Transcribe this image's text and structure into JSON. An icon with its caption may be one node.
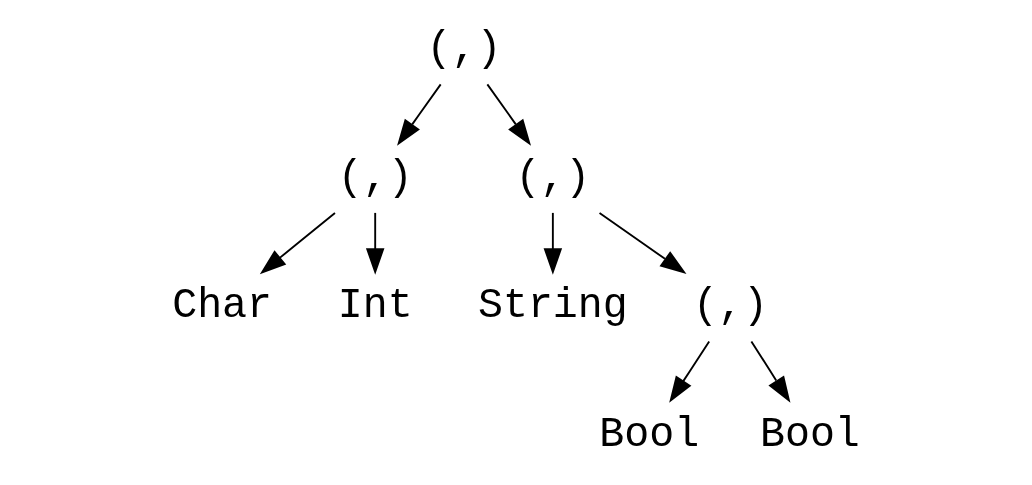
{
  "diagram": {
    "nodes": [
      {
        "text": [
          "(,)"
        ]
      },
      {
        "text": [
          "(,)"
        ]
      },
      {
        "text": [
          "(,)"
        ]
      },
      {
        "text": [
          "Char"
        ]
      },
      {
        "text": [
          "Int"
        ]
      },
      {
        "text": [
          "String"
        ]
      },
      {
        "text": [
          "(,)"
        ]
      },
      {
        "text": [
          "Bool"
        ]
      },
      {
        "text": [
          "Bool"
        ]
      }
    ],
    "edges": [
      {
        "from": 0,
        "to": 1,
        "arrow": "to"
      },
      {
        "from": 0,
        "to": 2,
        "arrow": "to"
      },
      {
        "from": 1,
        "to": 3,
        "arrow": "to"
      },
      {
        "from": 1,
        "to": 4,
        "arrow": "to"
      },
      {
        "from": 2,
        "to": 5,
        "arrow": "to"
      },
      {
        "from": 2,
        "to": 6,
        "arrow": "to"
      },
      {
        "from": 6,
        "to": 7,
        "arrow": "to"
      },
      {
        "from": 6,
        "to": 8,
        "arrow": "to"
      }
    ]
  }
}
